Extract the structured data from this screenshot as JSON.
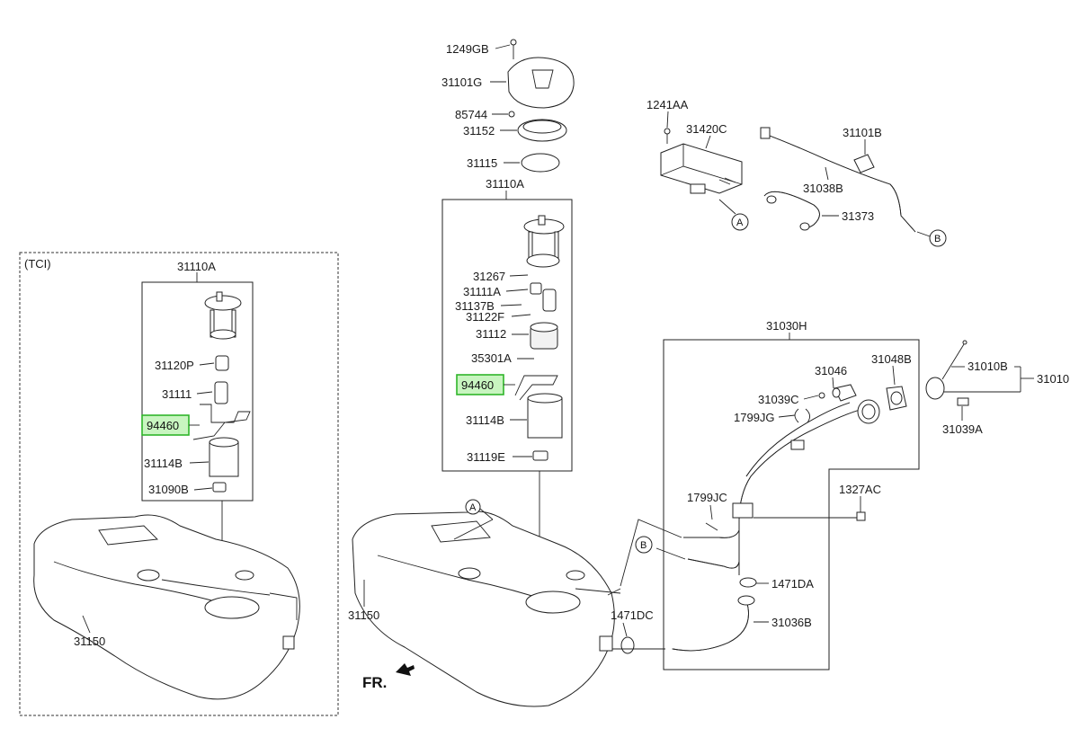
{
  "diagram": {
    "tci_label": "(TCI)",
    "fr_label": "FR.",
    "refs": {
      "a": "A",
      "b": "B"
    },
    "parts": {
      "p1249GB": "1249GB",
      "p31101G": "31101G",
      "p85744": "85744",
      "p31152": "31152",
      "p31115": "31115",
      "p31110A_center": "31110A",
      "p31267": "31267",
      "p31111A": "31111A",
      "p31137B": "31137B",
      "p31122F": "31122F",
      "p31112": "31112",
      "p35301A": "35301A",
      "p94460_center": "94460",
      "p31114B_center": "31114B",
      "p31119E": "31119E",
      "p31150_center": "31150",
      "p31110A_left": "31110A",
      "p31120P": "31120P",
      "p31111": "31111",
      "p94460_left": "94460",
      "p31114B_left": "31114B",
      "p31090B": "31090B",
      "p31150_left": "31150",
      "p1241AA": "1241AA",
      "p31420C": "31420C",
      "p31101B": "31101B",
      "p31038B": "31038B",
      "p31373": "31373",
      "p31030H": "31030H",
      "p31046": "31046",
      "p31048B": "31048B",
      "p31010B": "31010B",
      "p31010": "31010",
      "p31039C": "31039C",
      "p1799JG": "1799JG",
      "p31039A": "31039A",
      "p1327AC": "1327AC",
      "p1799JC": "1799JC",
      "p1471DA": "1471DA",
      "p1471DC": "1471DC",
      "p31036B": "31036B"
    },
    "colors": {
      "highlight_fill": "#c8f5c0",
      "highlight_stroke": "#2fb52a",
      "line": "#222222"
    }
  }
}
